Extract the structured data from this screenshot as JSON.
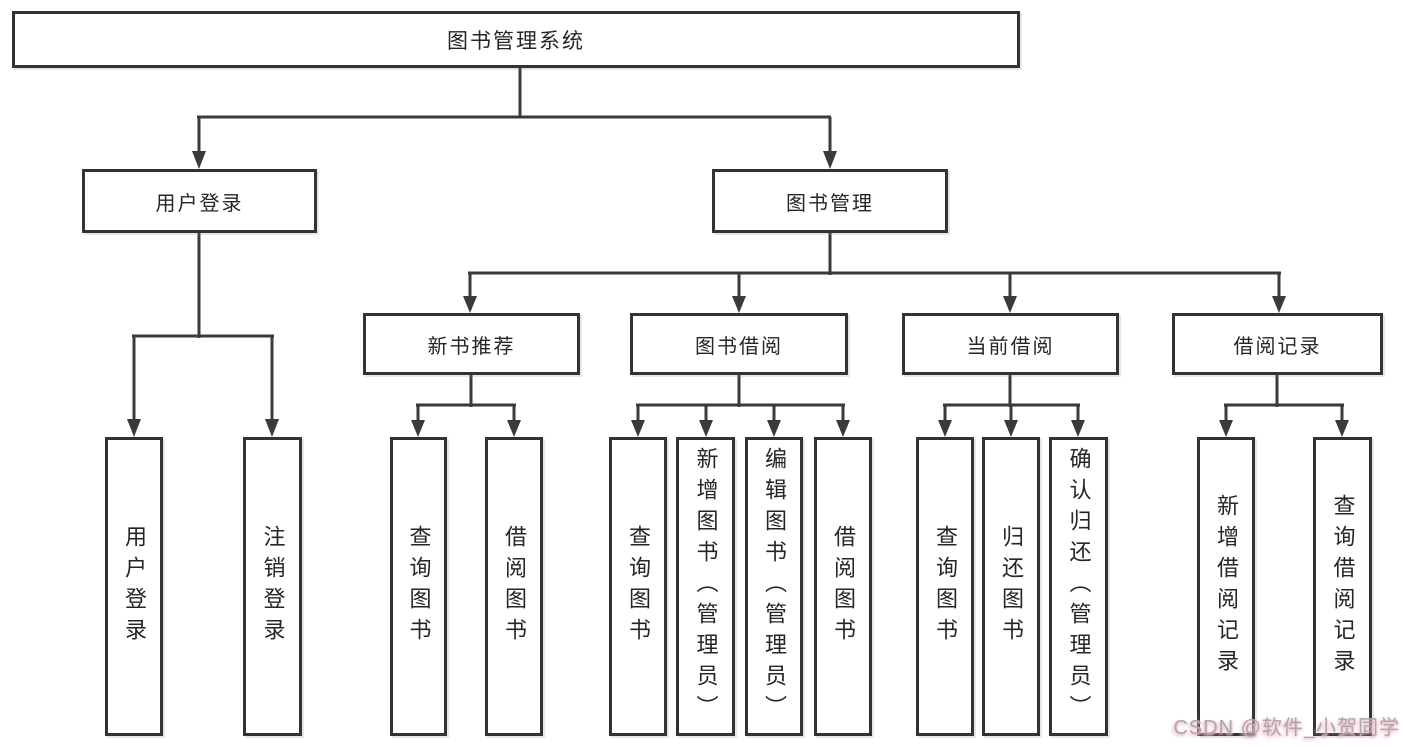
{
  "diagram": {
    "root": {
      "label": "图书管理系统"
    },
    "level2": {
      "user_login": {
        "label": "用户登录"
      },
      "book_mgmt": {
        "label": "图书管理"
      }
    },
    "level3": {
      "new_book_rec": {
        "label": "新书推荐"
      },
      "book_borrow": {
        "label": "图书借阅"
      },
      "current_borrow": {
        "label": "当前借阅"
      },
      "borrow_records": {
        "label": "借阅记录"
      }
    },
    "leaves": {
      "user_login": {
        "label": "用户登录"
      },
      "logout": {
        "label": "注销登录"
      },
      "rec_query_books": {
        "label": "查询图书"
      },
      "rec_borrow_books": {
        "label": "借阅图书"
      },
      "bb_query_books": {
        "label": "查询图书"
      },
      "bb_add_books": {
        "label": "新增图书（管理员）"
      },
      "bb_edit_books": {
        "label": "编辑图书（管理员）"
      },
      "bb_borrow_books": {
        "label": "借阅图书"
      },
      "cb_query_books": {
        "label": "查询图书"
      },
      "cb_return_books": {
        "label": "归还图书"
      },
      "cb_confirm_return": {
        "label": "确认归还（管理员）"
      },
      "br_add_record": {
        "label": "新增借阅记录"
      },
      "br_query_record": {
        "label": "查询借阅记录"
      }
    }
  },
  "watermark": {
    "text": "CSDN @软件_小贺同学"
  },
  "colors": {
    "line": "#3a3a3a",
    "box_border": "#333333",
    "text": "#262626",
    "background": "#ffffff",
    "watermark_text": "#a9a9a9",
    "watermark_glow": "#f2b9c6"
  }
}
